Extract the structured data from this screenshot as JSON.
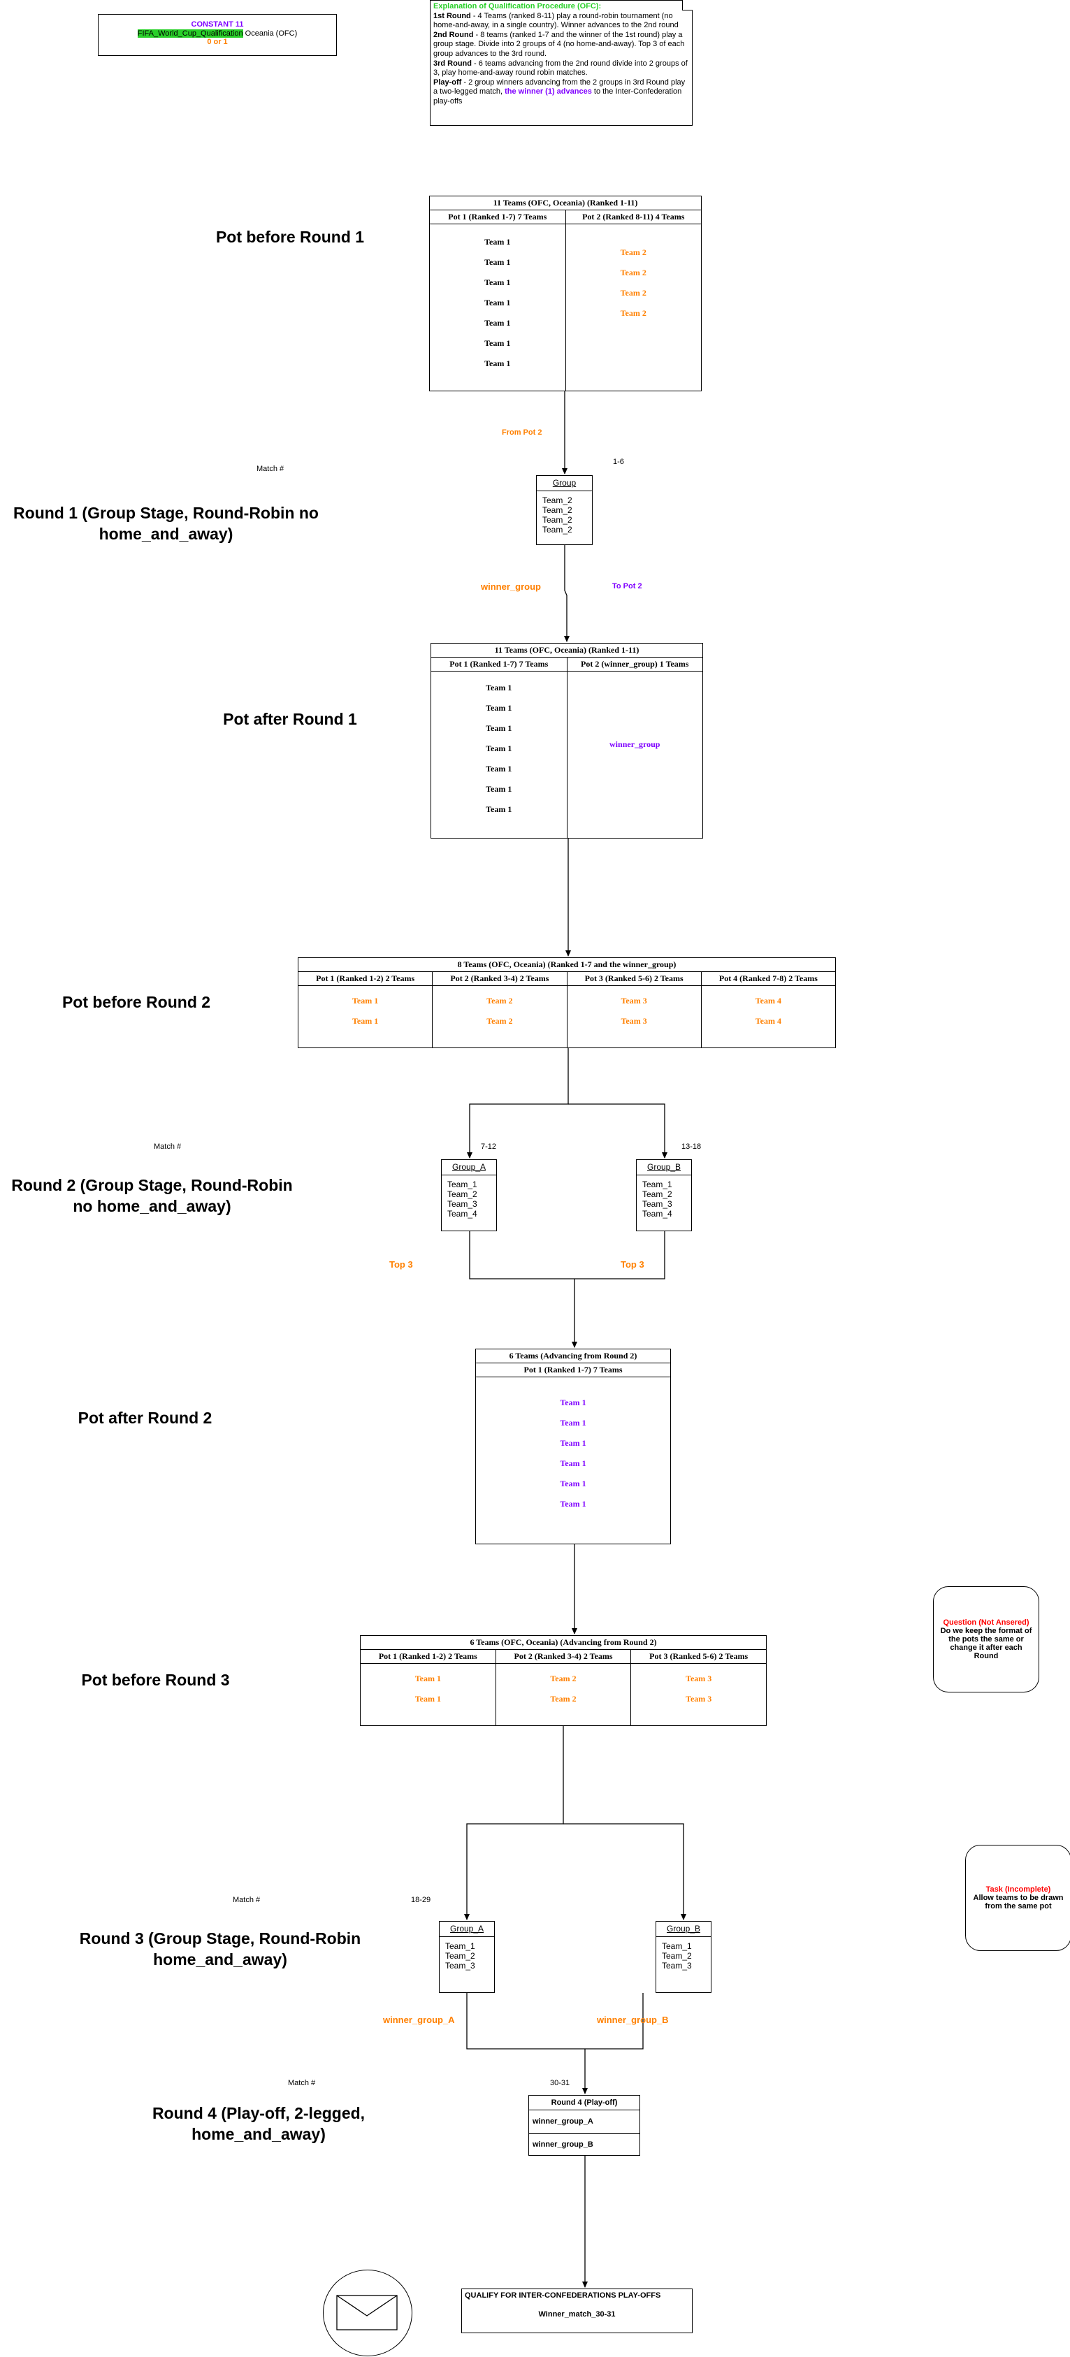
{
  "constant_box": {
    "title": "CONSTANT 11",
    "tag": "FIFA_World_Cup_Qualification",
    "region": "Oceania (OFC)",
    "subtitle": "0 or 1"
  },
  "explanation": {
    "heading": "Explanation of Qualification Procedure (OFC):",
    "r1_label": "1st Round",
    "r1_text": " - 4 Teams (ranked 8-11) play a round-robin tournament (no home-and-away, in a single country). Winner advances to the 2nd round",
    "r2_label": "2nd Round",
    "r2_text": " - 8 teams (ranked 1-7 and the winner of the 1st round) play a group stage. Divide into 2 groups of 4 (no home-and-away). Top 3 of each group advances to the 3rd round.",
    "r3_label": "3rd Round",
    "r3_text": " - 6 teams advancing from the 2nd round divide into 2 groups of 3, play home-and-away round robin matches.",
    "po_label": "Play-off",
    "po_text": " - 2 group winners advancing from the 2 groups in 3rd Round play a two-legged match, ",
    "po_highlight": "the winner (1) advances",
    "po_tail": " to the Inter-Confederation play-offs"
  },
  "headings": {
    "pot_before_r1": "Pot before Round 1",
    "round1": "Round 1 (Group Stage, Round-Robin no home_and_away)",
    "pot_after_r1": "Pot after Round 1",
    "pot_before_r2": "Pot before Round 2",
    "round2": "Round 2 (Group Stage, Round-Robin no home_and_away)",
    "pot_after_r2": "Pot after Round 2",
    "pot_before_r3": "Pot before Round 3",
    "round3": "Round 3 (Group Stage, Round-Robin home_and_away)",
    "round4": "Round 4 (Play-off, 2-legged, home_and_away)"
  },
  "pot_before_r1": {
    "title": "11 Teams (OFC, Oceania) (Ranked 1-11)",
    "col1": "Pot 1 (Ranked 1-7) 7 Teams",
    "col1_items": [
      "Team 1",
      "Team 1",
      "Team 1",
      "Team 1",
      "Team 1",
      "Team 1",
      "Team 1"
    ],
    "col2": "Pot 2 (Ranked 8-11) 4 Teams",
    "col2_items": [
      "Team 2",
      "Team 2",
      "Team 2",
      "Team 2"
    ]
  },
  "r1_flow": {
    "from_pot2": "From Pot 2",
    "match_label": "Match #",
    "match_range": "1-6",
    "group_title": "Group",
    "group_items": [
      "Team_2",
      "Team_2",
      "Team_2",
      "Team_2"
    ],
    "winner": "winner_group",
    "to_pot2": "To Pot 2"
  },
  "pot_after_r1": {
    "title": "11 Teams (OFC, Oceania) (Ranked 1-11)",
    "col1": "Pot 1 (Ranked 1-7) 7 Teams",
    "col1_items": [
      "Team 1",
      "Team 1",
      "Team 1",
      "Team 1",
      "Team 1",
      "Team 1",
      "Team 1"
    ],
    "col2": "Pot 2 (winner_group) 1 Teams",
    "col2_items": [
      "winner_group"
    ]
  },
  "pot_before_r2": {
    "title": "8 Teams (OFC, Oceania) (Ranked 1-7 and the winner_group)",
    "cols": [
      {
        "header": "Pot 1 (Ranked 1-2) 2 Teams",
        "items": [
          "Team 1",
          "Team 1"
        ]
      },
      {
        "header": "Pot 2 (Ranked 3-4) 2 Teams",
        "items": [
          "Team 2",
          "Team 2"
        ]
      },
      {
        "header": "Pot 3 (Ranked 5-6) 2 Teams",
        "items": [
          "Team 3",
          "Team 3"
        ]
      },
      {
        "header": "Pot 4 (Ranked 7-8) 2 Teams",
        "items": [
          "Team 4",
          "Team 4"
        ]
      }
    ]
  },
  "r2_flow": {
    "match_label": "Match #",
    "range_a": "7-12",
    "range_b": "13-18",
    "group_a_title": "Group_A",
    "group_a_items": [
      "Team_1",
      "Team_2",
      "Team_3",
      "Team_4"
    ],
    "group_b_title": "Group_B",
    "group_b_items": [
      "Team_1",
      "Team_2",
      "Team_3",
      "Team_4"
    ],
    "top_a": "Top 3",
    "top_b": "Top 3"
  },
  "pot_after_r2": {
    "title": "6 Teams  (Advancing from Round 2)",
    "col1": "Pot 1 (Ranked 1-7) 7 Teams",
    "col1_items": [
      "Team 1",
      "Team 1",
      "Team 1",
      "Team 1",
      "Team 1",
      "Team 1"
    ]
  },
  "pot_before_r3": {
    "title": "6 Teams (OFC, Oceania) (Advancing from Round 2)",
    "cols": [
      {
        "header": "Pot 1 (Ranked 1-2) 2 Teams",
        "items": [
          "Team 1",
          "Team 1"
        ]
      },
      {
        "header": "Pot 2 (Ranked 3-4) 2 Teams",
        "items": [
          "Team 2",
          "Team 2"
        ]
      },
      {
        "header": "Pot 3 (Ranked 5-6) 2 Teams",
        "items": [
          "Team 3",
          "Team 3"
        ]
      }
    ]
  },
  "question_note": {
    "label": "Question (Not Ansered)",
    "text": "Do we keep the format of the pots the same or change it after each Round"
  },
  "task_note": {
    "label": "Task (Incomplete)",
    "text": "Allow teams to be drawn from the same pot"
  },
  "r3_flow": {
    "match_label": "Match #",
    "range": "18-29",
    "group_a_title": "Group_A",
    "group_a_items": [
      "Team_1",
      "Team_2",
      "Team_3"
    ],
    "group_b_title": "Group_B",
    "group_b_items": [
      "Team_1",
      "Team_2",
      "Team_3"
    ],
    "winner_a": "winner_group_A",
    "winner_b": "winner_group_B"
  },
  "r4_flow": {
    "match_label": "Match #",
    "range": "30-31",
    "title": "Round 4 (Play-off)",
    "row1": "winner_group_A",
    "row2": "winner_group_B"
  },
  "qualify_box": {
    "title": "QUALIFY FOR INTER-CONFEDERATIONS PLAY-OFFS",
    "winner": "Winner_match_30-31"
  }
}
